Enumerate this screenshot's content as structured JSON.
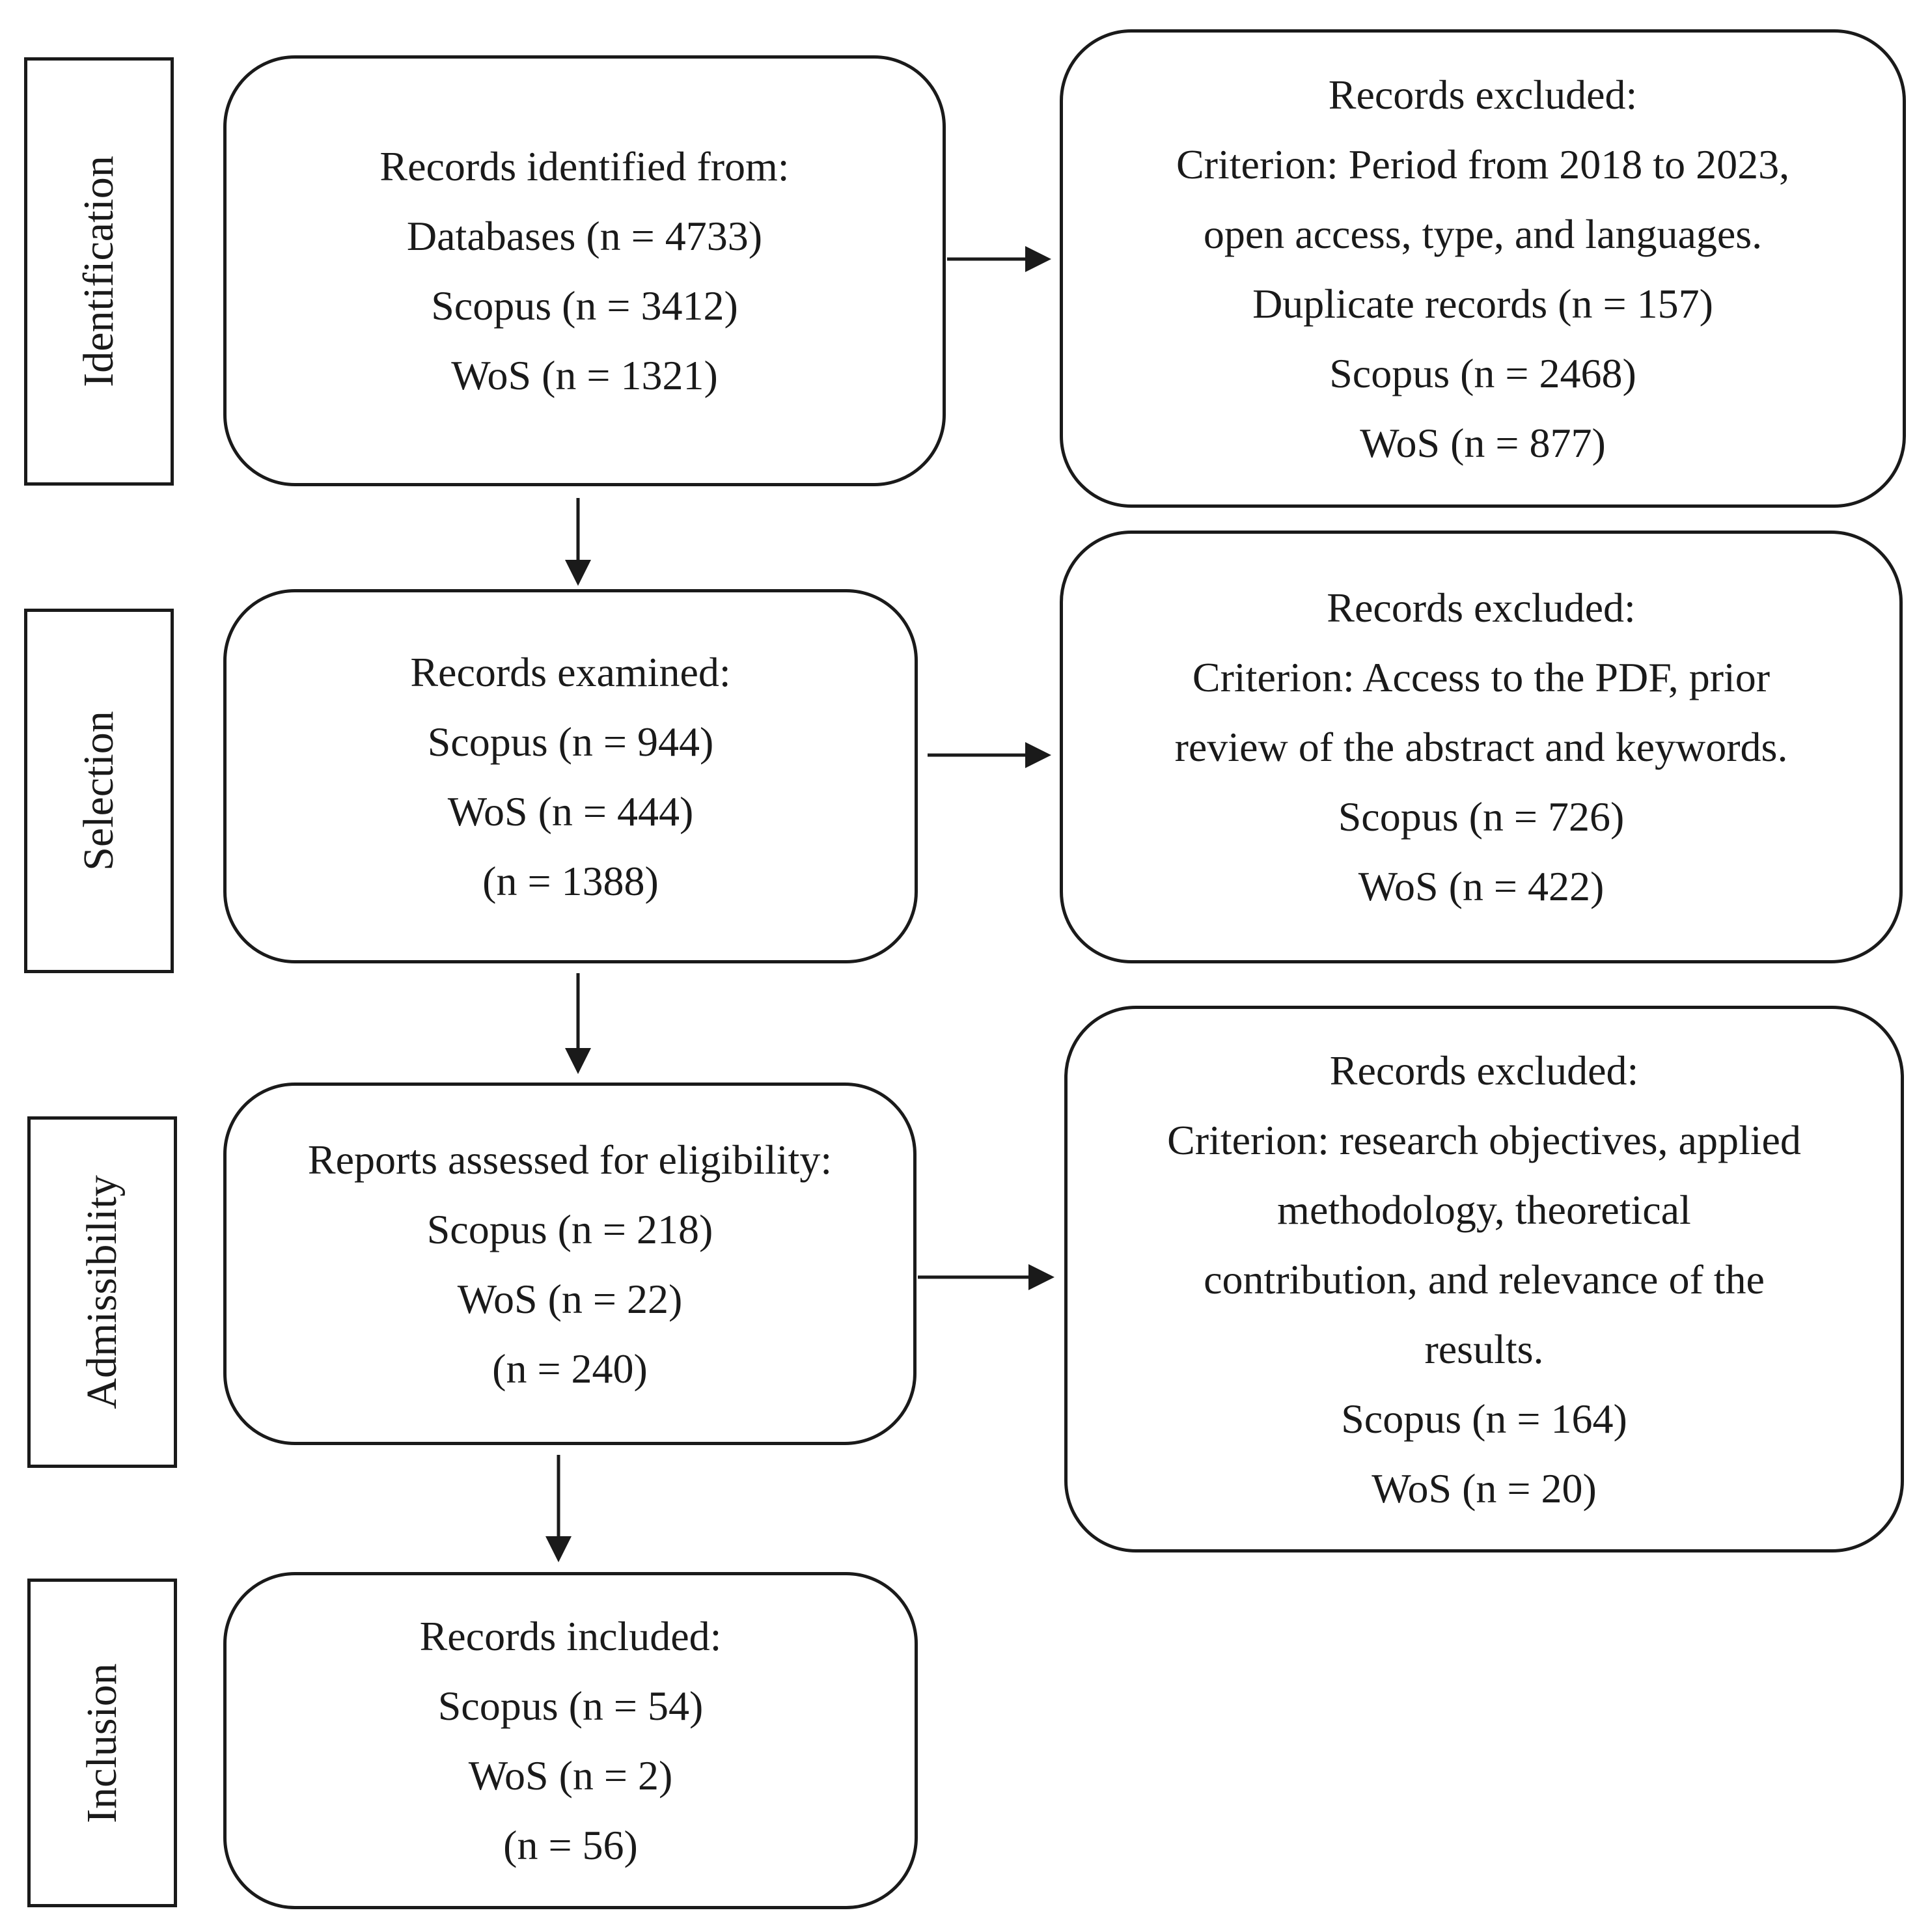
{
  "phases": {
    "identification": "Identification",
    "selection": "Selection",
    "admissibility": "Admissibility",
    "inclusion": "Inclusion"
  },
  "identified": {
    "title": "Records identified from:",
    "databases": "Databases (n = 4733)",
    "scopus": "Scopus (n = 3412)",
    "wos": "WoS (n = 1321)"
  },
  "excluded_identification": {
    "title": "Records excluded:",
    "criterion_1": "Criterion: Period from 2018 to 2023,",
    "criterion_2": "open access, type, and languages.",
    "duplicates": "Duplicate records (n = 157)",
    "scopus": "Scopus (n = 2468)",
    "wos": "WoS (n = 877)"
  },
  "examined": {
    "title": "Records examined:",
    "scopus": "Scopus (n = 944)",
    "wos": "WoS (n = 444)",
    "total": "(n = 1388)"
  },
  "excluded_selection": {
    "title": "Records excluded:",
    "criterion_1": "Criterion: Access to the PDF, prior",
    "criterion_2": "review of the abstract and keywords.",
    "scopus": "Scopus (n = 726)",
    "wos": "WoS (n = 422)"
  },
  "eligibility": {
    "title": "Reports assessed for eligibility:",
    "scopus": "Scopus (n = 218)",
    "wos": "WoS (n = 22)",
    "total": "(n = 240)"
  },
  "excluded_admissibility": {
    "title": "Records excluded:",
    "criterion_1": "Criterion: research objectives, applied",
    "criterion_2": "methodology, theoretical",
    "criterion_3": "contribution, and relevance of the",
    "criterion_4": "results.",
    "scopus": "Scopus (n = 164)",
    "wos": "WoS (n = 20)"
  },
  "included": {
    "title": "Records included:",
    "scopus": "Scopus (n = 54)",
    "wos": "WoS (n = 2)",
    "total": "(n = 56)"
  }
}
